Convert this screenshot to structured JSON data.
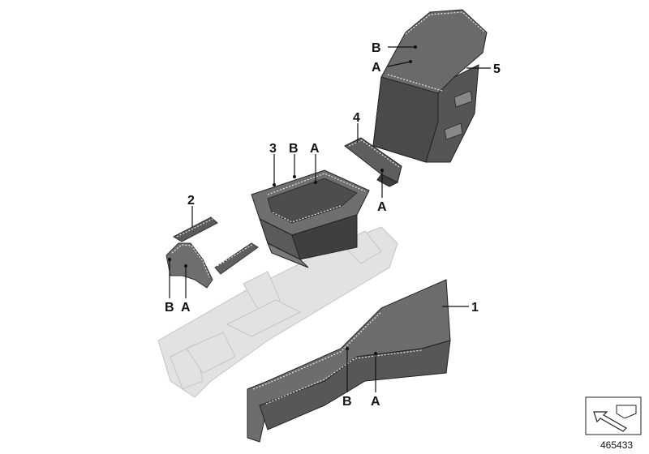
{
  "callouts": {
    "p1": "1",
    "p2": "2",
    "p3": "3",
    "p4": "4",
    "p5": "5",
    "b_armrest": "B",
    "a_armrest": "A",
    "b_tray": "B",
    "a_tray": "A",
    "a_trim4": "A",
    "b_side": "B",
    "a_side": "A",
    "b_main": "B",
    "a_main": "A"
  },
  "diagram_id": "465433",
  "colors": {
    "ghost_frame": "#d6d6d6",
    "leather_dark": "#4a4a4a",
    "leather_mid": "#6b6b6b",
    "leather_light": "#8c8c8c",
    "stitching": "#e8e8e8"
  }
}
